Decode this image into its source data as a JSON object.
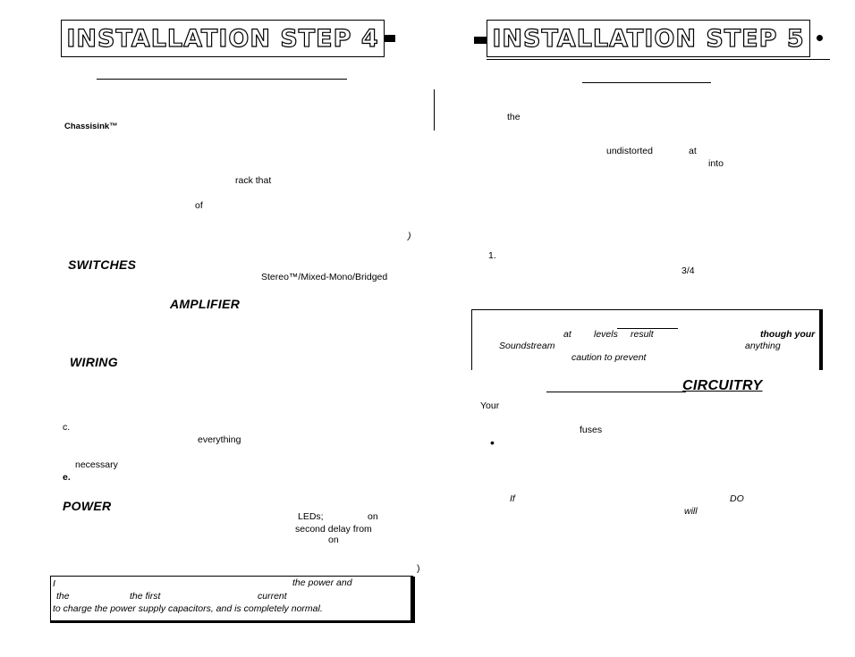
{
  "left": {
    "header": "INSTALLATION STEP 4",
    "fragments": {
      "chassisink": "Chassisink™",
      "rack": "rack that",
      "of": "of",
      "paren": ")",
      "switches": "SWITCHES",
      "stereo": "Stereo™/Mixed-Mono/Bridged",
      "amplifier": "AMPLIFIER",
      "wiring": "WIRING",
      "c": "c.",
      "everything": "everything",
      "necessary": "necessary",
      "e": "e.",
      "power": "POWER",
      "leds": "LEDs;",
      "on1": "on",
      "delay": "second delay from",
      "on2": "on",
      "paren2": ")"
    },
    "note": {
      "line1_prefix": "I",
      "line1_text": "the power and",
      "line2_prefix": "the",
      "line2_first": "the first",
      "line2_current": "current",
      "line3": "to charge the power supply capacitors, and is completely normal."
    }
  },
  "right": {
    "header": "INSTALLATION STEP 5",
    "fragments": {
      "the": "the",
      "undistorted": "undistorted",
      "at": "at",
      "into": "into",
      "item1": "1.",
      "three_quarters": "3/4",
      "circuitry": "CIRCUITRY",
      "your": "Your",
      "fuses": "fuses",
      "bullet": "•",
      "if": "If",
      "do": "DO",
      "will": "will"
    },
    "note": {
      "at": "at",
      "levels": "levels",
      "result": "result",
      "though_your": "though your",
      "soundstream": "Soundstream",
      "anything": "anything",
      "caution": "caution to prevent"
    }
  }
}
